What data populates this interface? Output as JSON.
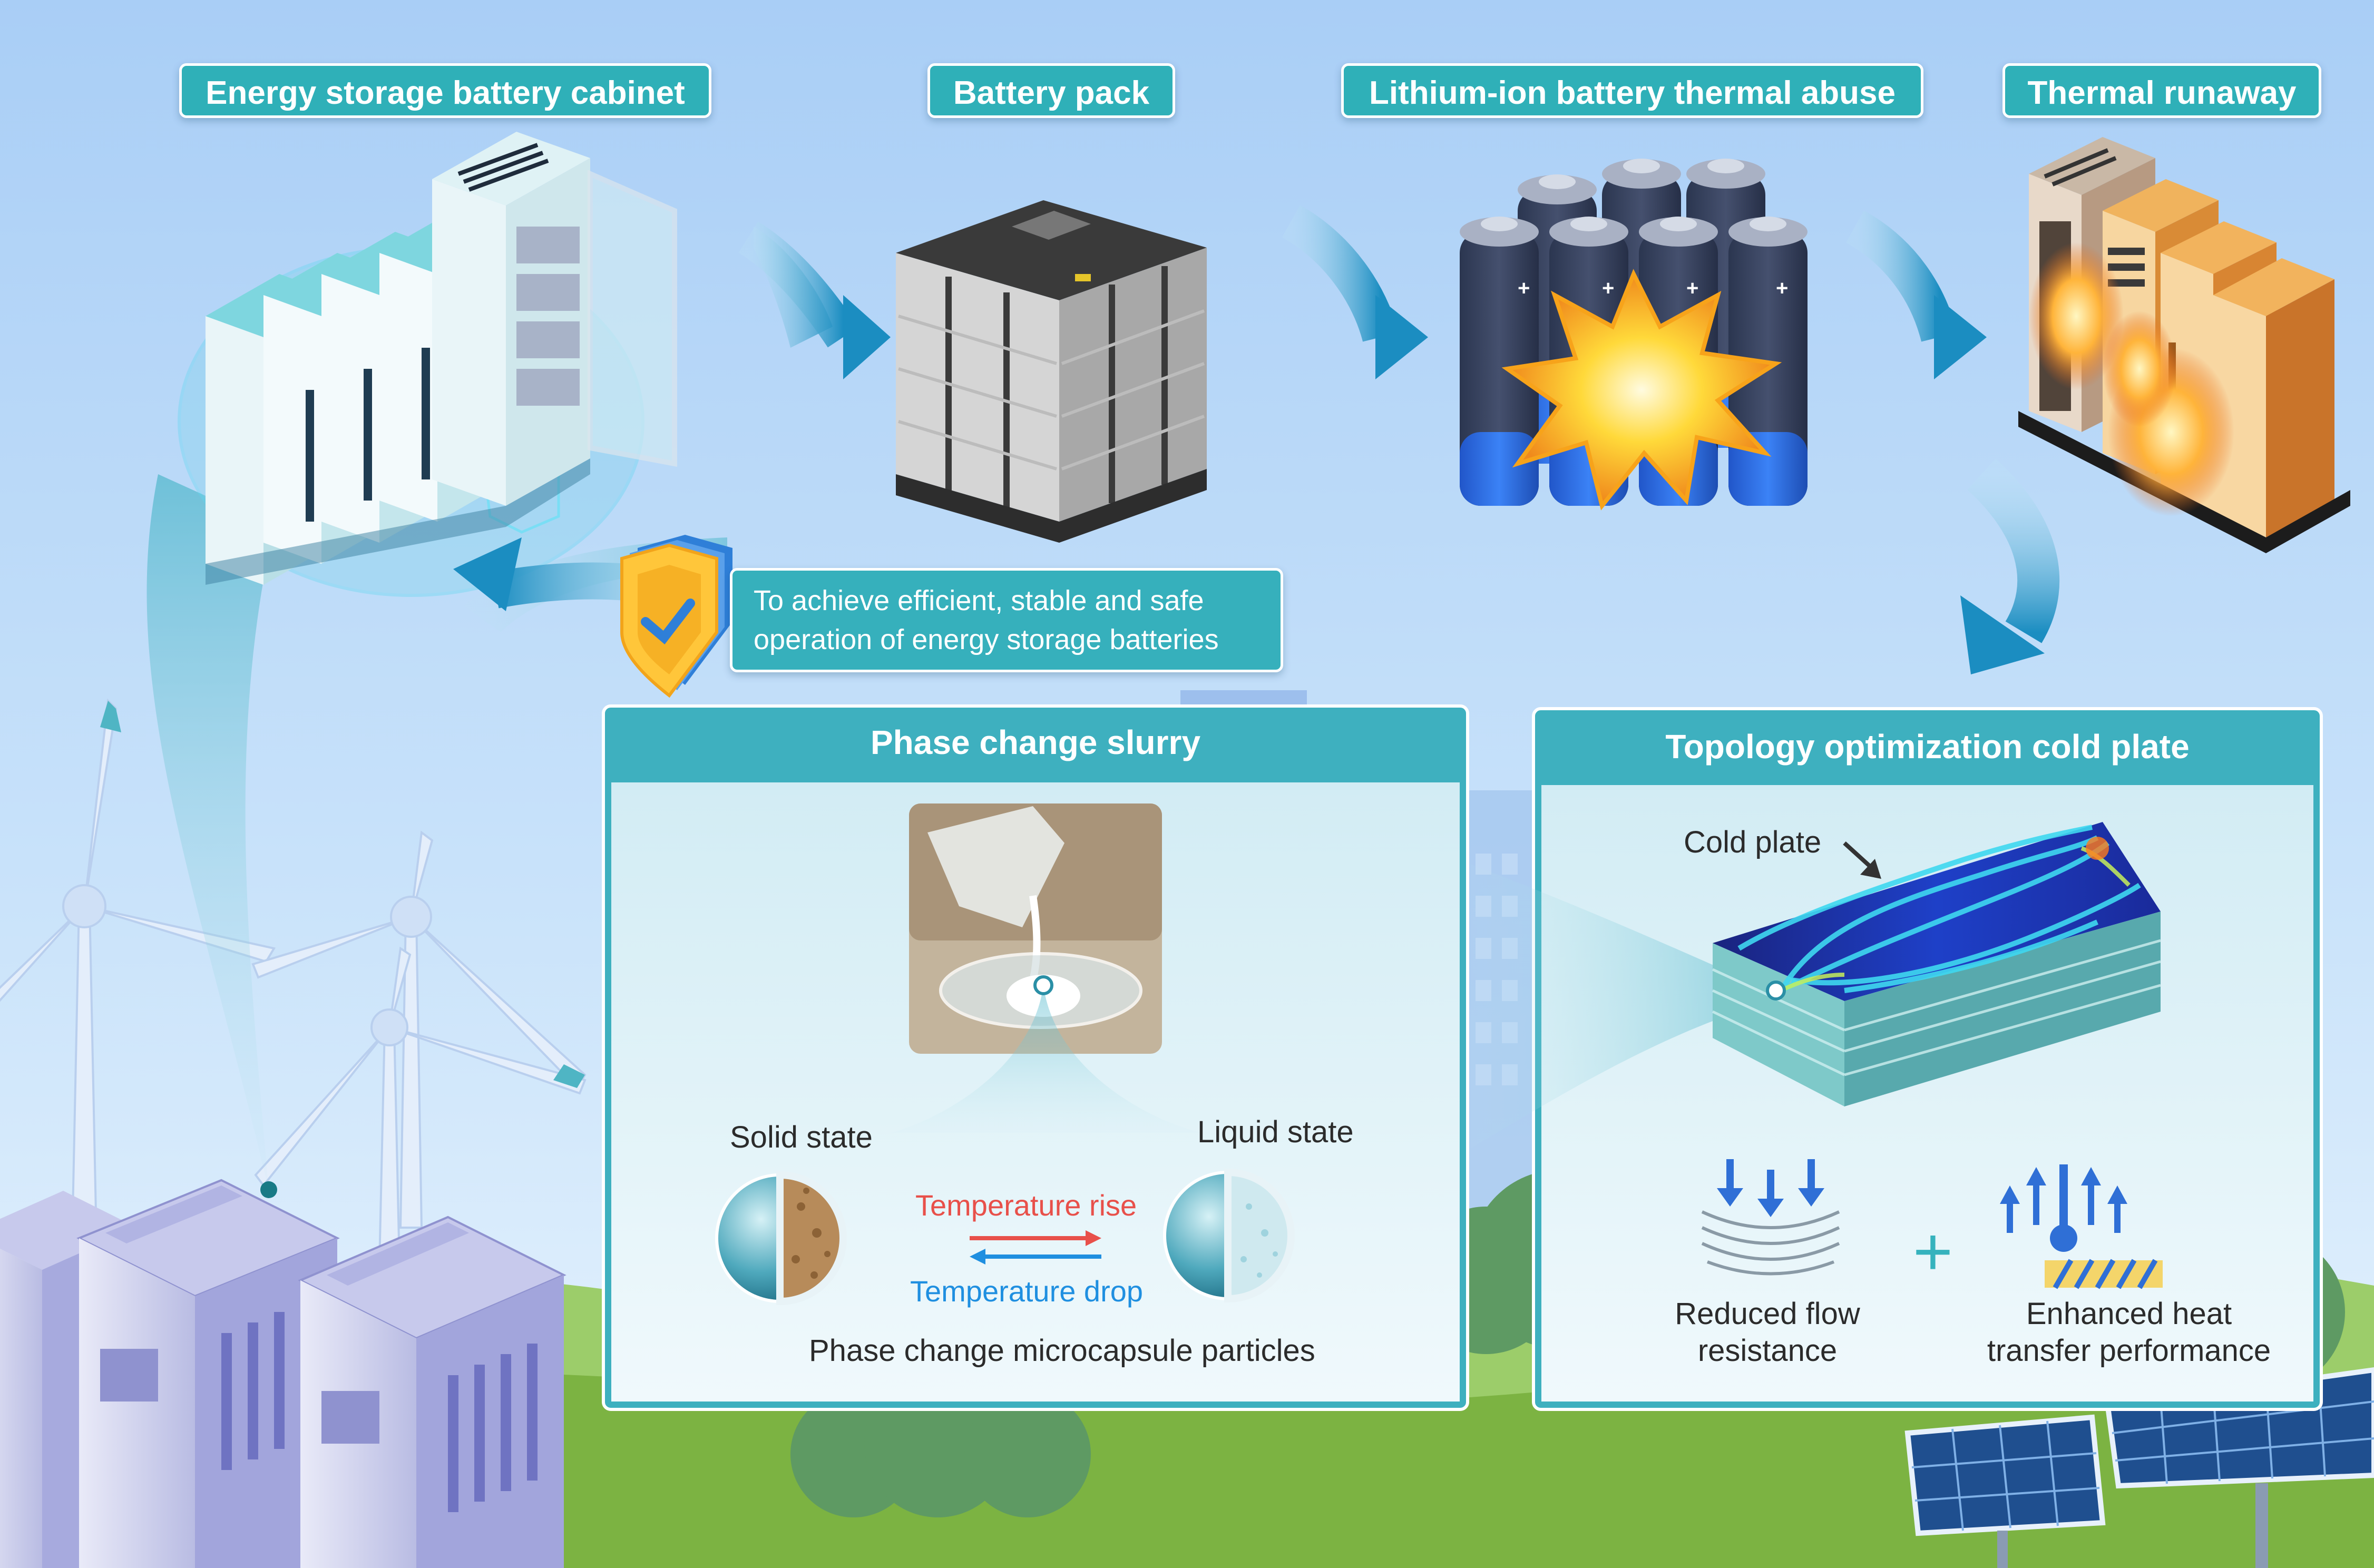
{
  "stages": [
    {
      "id": "cabinet",
      "label": "Energy storage battery cabinet"
    },
    {
      "id": "pack",
      "label": "Battery pack"
    },
    {
      "id": "abuse",
      "label": "Lithium-ion battery thermal abuse"
    },
    {
      "id": "runaway",
      "label": "Thermal runaway"
    }
  ],
  "goal": {
    "line1": "To achieve efficient, stable and safe",
    "line2": "operation of energy storage batteries"
  },
  "slurry_panel": {
    "title": "Phase change slurry",
    "solid_label": "Solid state",
    "liquid_label": "Liquid state",
    "rise_label": "Temperature rise",
    "drop_label": "Temperature drop",
    "caption": "Phase change microcapsule particles"
  },
  "cold_plate_panel": {
    "title": "Topology optimization cold plate",
    "callout": "Cold plate",
    "plus": "+",
    "benefit1": {
      "line1": "Reduced flow",
      "line2": "resistance"
    },
    "benefit2": {
      "line1": "Enhanced heat",
      "line2": "transfer performance"
    }
  },
  "colors": {
    "accent_teal": "#2fb0b8",
    "sky_top": "#a8cdf5",
    "arrow_blue": "#1d8fc0",
    "temp_rise": "#e8504a",
    "temp_drop": "#1f8fe0",
    "grass": "#7cb342"
  }
}
